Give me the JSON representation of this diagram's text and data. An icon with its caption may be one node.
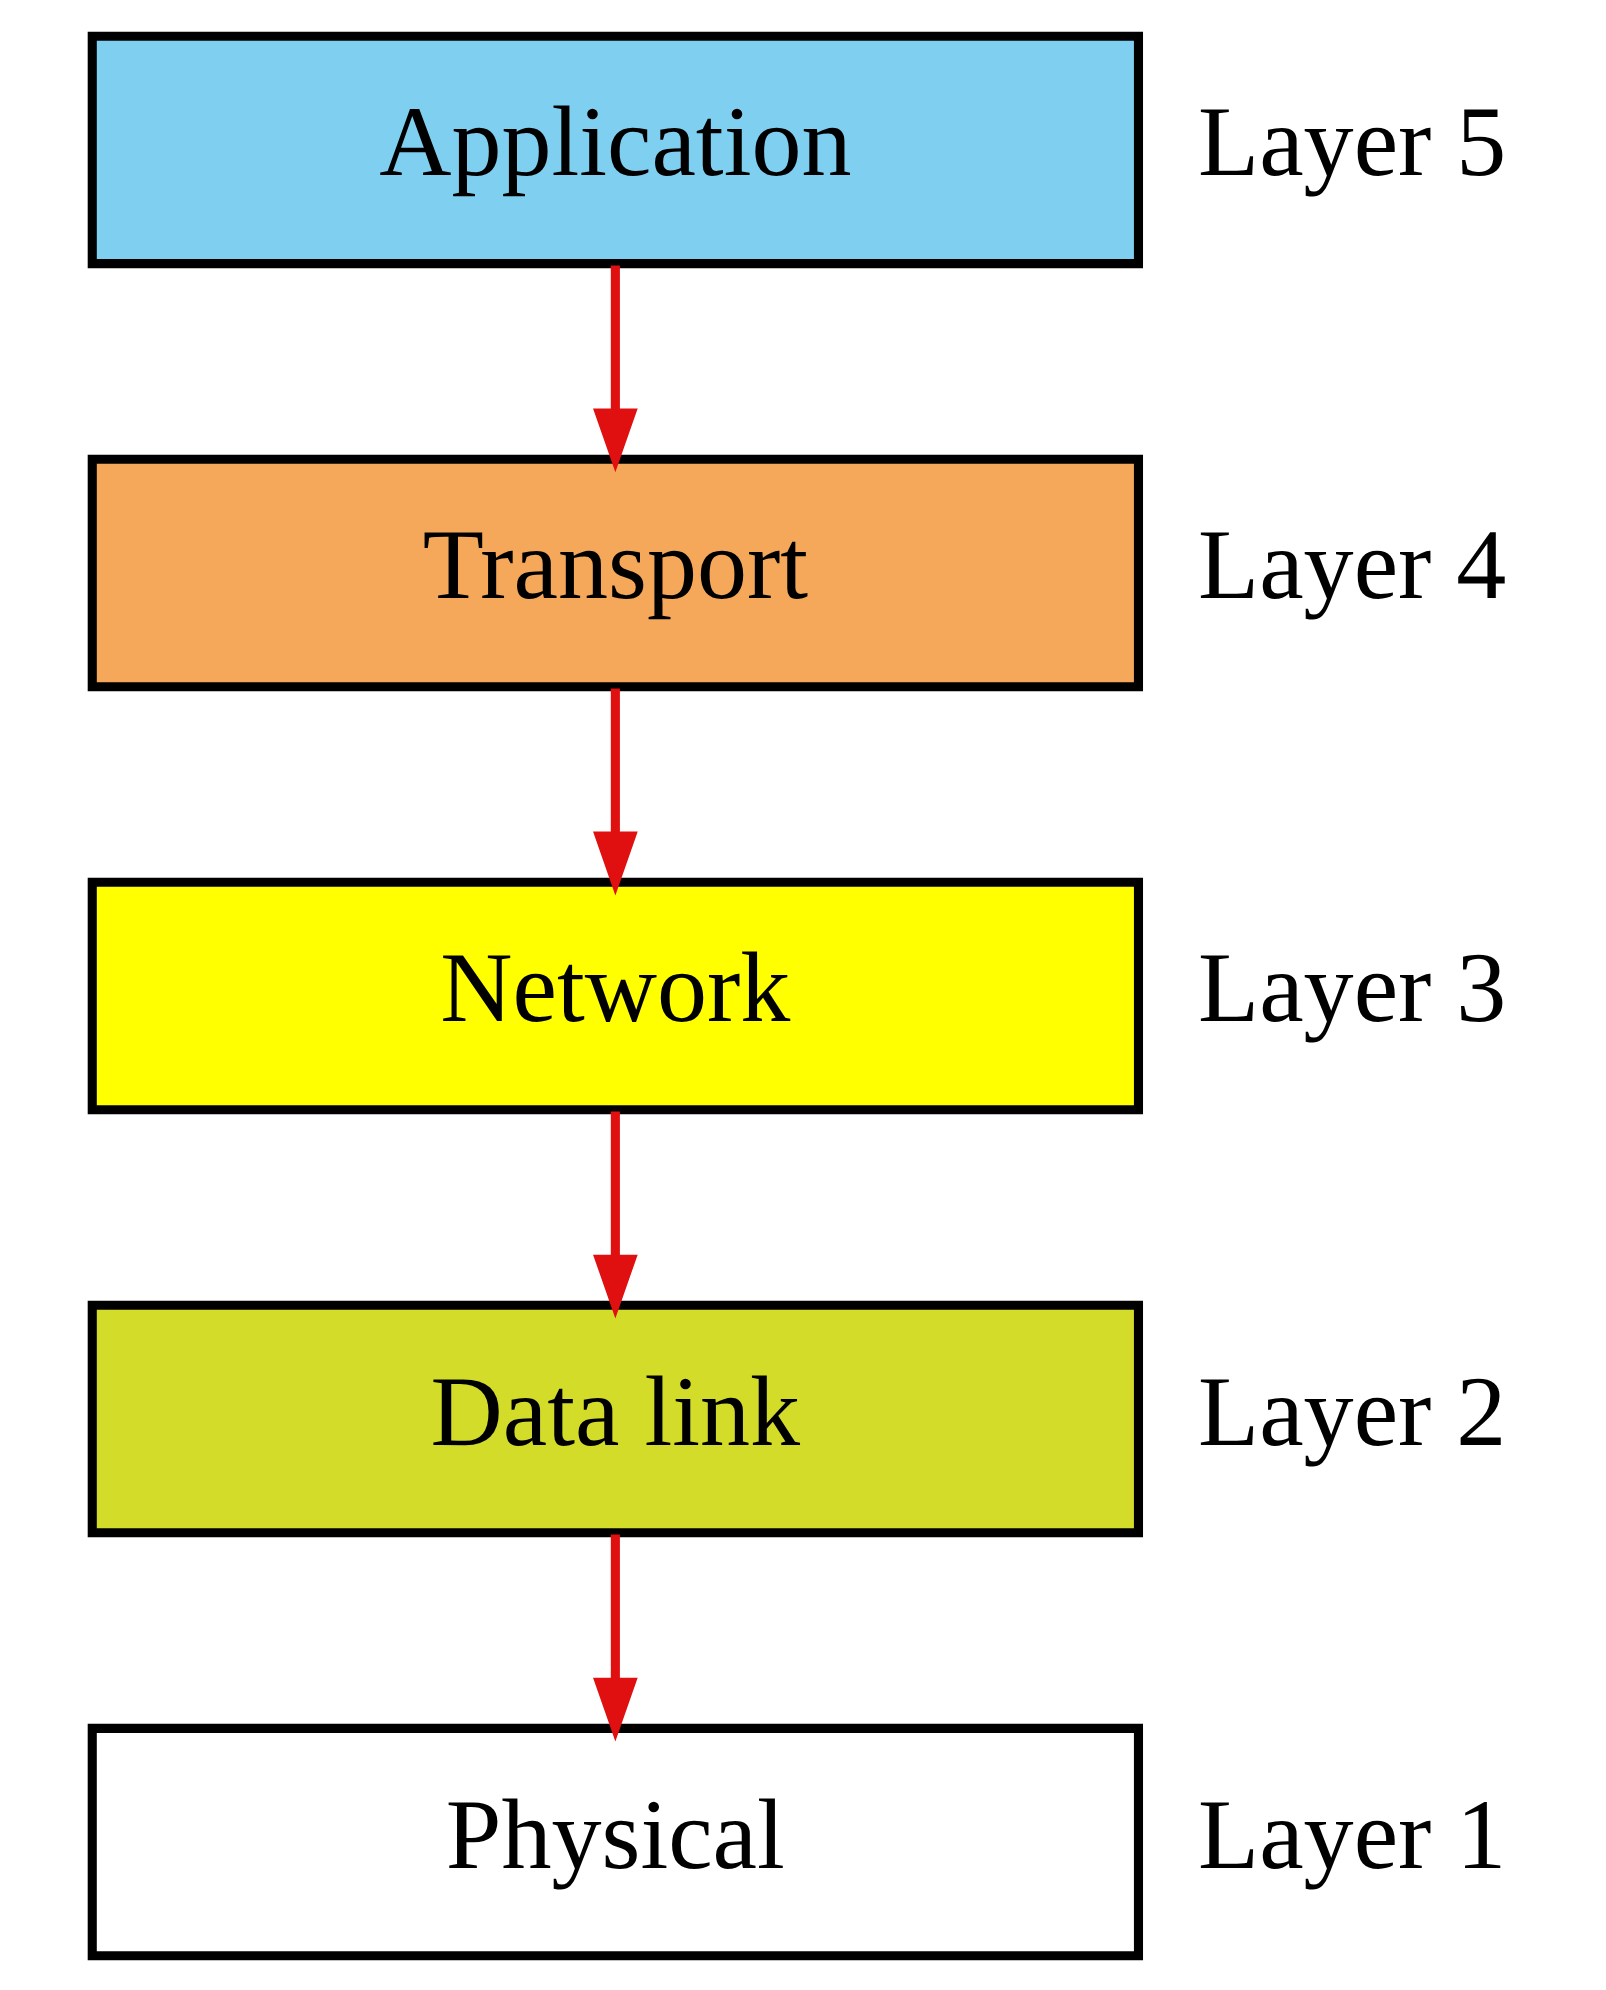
{
  "diagram": {
    "nodes": [
      {
        "text": [
          "Application"
        ],
        "beside": [
          "Layer 5"
        ]
      },
      {
        "text": [
          "Transport"
        ],
        "beside": [
          "Layer 4"
        ]
      },
      {
        "text": [
          "Network"
        ],
        "beside": [
          "Layer 3"
        ]
      },
      {
        "text": [
          "Data link"
        ],
        "beside": [
          "Layer 2"
        ]
      },
      {
        "text": [
          "Physical"
        ],
        "beside": [
          "Layer 1"
        ]
      }
    ],
    "edges": [
      {
        "from": 0,
        "to": 1,
        "arrow": "to"
      },
      {
        "from": 1,
        "to": 2,
        "arrow": "to"
      },
      {
        "from": 2,
        "to": 3,
        "arrow": "to"
      },
      {
        "from": 3,
        "to": 4,
        "arrow": "to"
      }
    ]
  }
}
